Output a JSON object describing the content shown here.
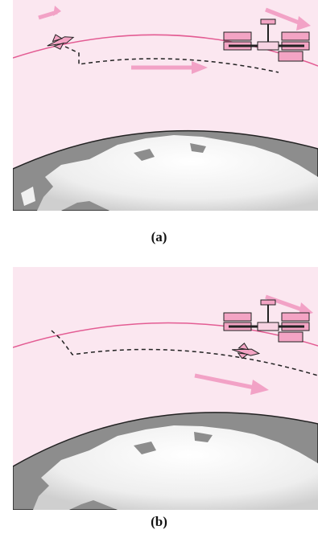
{
  "figure": {
    "panels": [
      {
        "id": "a",
        "label": "(a)"
      },
      {
        "id": "b",
        "label": "(b)"
      }
    ]
  },
  "colors": {
    "background": "#fbe7f0",
    "orbit": "#e35c93",
    "arrow": "#f2a2c6",
    "transfer_path": "#222222",
    "earth": "#8d8d8d",
    "land": "#f0f0f0",
    "station": "#f3a4c4",
    "shuttle": "#f3a4c4"
  },
  "icons": {
    "station": "space-station-icon",
    "shuttle": "space-shuttle-icon",
    "earth": "earth-globe-icon"
  }
}
